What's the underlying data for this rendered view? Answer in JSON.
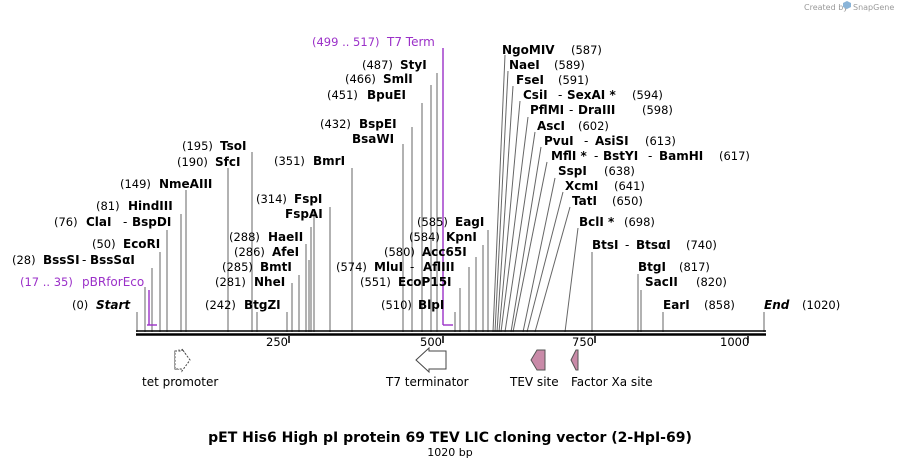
{
  "credit": "Created by",
  "credit_brand": "SnapGene",
  "title": "pET His6 High pI protein 69 TEV LIC cloning vector (2-HpI-69)",
  "length": "1020 bp",
  "ruler": {
    "ticks": [
      250,
      500,
      750,
      1000
    ],
    "tick_labels": [
      "250",
      "500",
      "750",
      "1000"
    ]
  },
  "features": [
    {
      "name": "tet promoter",
      "kind": "promoter"
    },
    {
      "name": "T7 terminator",
      "kind": "terminator"
    },
    {
      "name": "TEV site",
      "kind": "site"
    },
    {
      "name": "Factor Xa site",
      "kind": "site"
    }
  ],
  "primer_bind": [
    {
      "name": "pBRforEco",
      "range": "(17 .. 35)"
    },
    {
      "name": "T7 Term",
      "range": "(499 .. 517)"
    }
  ],
  "endpoints": [
    {
      "name": "Start",
      "pos": "(0)"
    },
    {
      "name": "End",
      "pos": "(1020)"
    }
  ],
  "sites": [
    {
      "names": [
        "BssSI",
        "BssSαI"
      ],
      "pos": "(28)"
    },
    {
      "names": [
        "EcoRI"
      ],
      "pos": "(50)"
    },
    {
      "names": [
        "ClaI",
        "BspDI"
      ],
      "pos": "(76)"
    },
    {
      "names": [
        "HindIII"
      ],
      "pos": "(81)"
    },
    {
      "names": [
        "NmeAIII"
      ],
      "pos": "(149)"
    },
    {
      "names": [
        "SfcI"
      ],
      "pos": "(190)"
    },
    {
      "names": [
        "TsoI"
      ],
      "pos": "(195)"
    },
    {
      "names": [
        "BtgZI"
      ],
      "pos": "(242)"
    },
    {
      "names": [
        "NheI"
      ],
      "pos": "(281)"
    },
    {
      "names": [
        "BmtI"
      ],
      "pos": "(285)"
    },
    {
      "names": [
        "AfeI"
      ],
      "pos": "(286)"
    },
    {
      "names": [
        "HaeII"
      ],
      "pos": "(288)"
    },
    {
      "names": [
        "FspAI"
      ],
      "pos": ""
    },
    {
      "names": [
        "FspI"
      ],
      "pos": "(314)"
    },
    {
      "names": [
        "BmrI"
      ],
      "pos": "(351)"
    },
    {
      "names": [
        "BsaWI"
      ],
      "pos": ""
    },
    {
      "names": [
        "BspEI"
      ],
      "pos": "(432)"
    },
    {
      "names": [
        "BpuEI"
      ],
      "pos": "(451)"
    },
    {
      "names": [
        "SmlI"
      ],
      "pos": "(466)"
    },
    {
      "names": [
        "StyI"
      ],
      "pos": "(487)"
    },
    {
      "names": [
        "BlpI"
      ],
      "pos": "(510)"
    },
    {
      "names": [
        "EcoP15I"
      ],
      "pos": "(551)"
    },
    {
      "names": [
        "MluI",
        "AflIII"
      ],
      "pos": "(574)"
    },
    {
      "names": [
        "Acc65I"
      ],
      "pos": "(580)"
    },
    {
      "names": [
        "KpnI"
      ],
      "pos": "(584)"
    },
    {
      "names": [
        "EagI"
      ],
      "pos": "(585)"
    },
    {
      "names": [
        "NgoMIV"
      ],
      "pos": "(587)"
    },
    {
      "names": [
        "NaeI"
      ],
      "pos": "(589)"
    },
    {
      "names": [
        "FseI"
      ],
      "pos": "(591)"
    },
    {
      "names": [
        "CsiI",
        "SexAI *"
      ],
      "pos": "(594)"
    },
    {
      "names": [
        "PflMI",
        "DraIII"
      ],
      "pos": "(598)"
    },
    {
      "names": [
        "AscI"
      ],
      "pos": "(602)"
    },
    {
      "names": [
        "PvuI",
        "AsiSI"
      ],
      "pos": "(613)"
    },
    {
      "names": [
        "MflI *",
        "BstYI",
        "BamHI"
      ],
      "pos": "(617)"
    },
    {
      "names": [
        "SspI"
      ],
      "pos": "(638)"
    },
    {
      "names": [
        "XcmI"
      ],
      "pos": "(641)"
    },
    {
      "names": [
        "TatI"
      ],
      "pos": "(650)"
    },
    {
      "names": [
        "BclI *"
      ],
      "pos": "(698)"
    },
    {
      "names": [
        "BtsI",
        "BtsαI"
      ],
      "pos": "(740)"
    },
    {
      "names": [
        "BtgI"
      ],
      "pos": "(817)"
    },
    {
      "names": [
        "SacII"
      ],
      "pos": "(820)"
    },
    {
      "names": [
        "EarI"
      ],
      "pos": "(858)"
    }
  ],
  "colors": {
    "primer": "#9b30c8",
    "feature_fill": "#c98aa8",
    "feature_outline": "#555555"
  }
}
